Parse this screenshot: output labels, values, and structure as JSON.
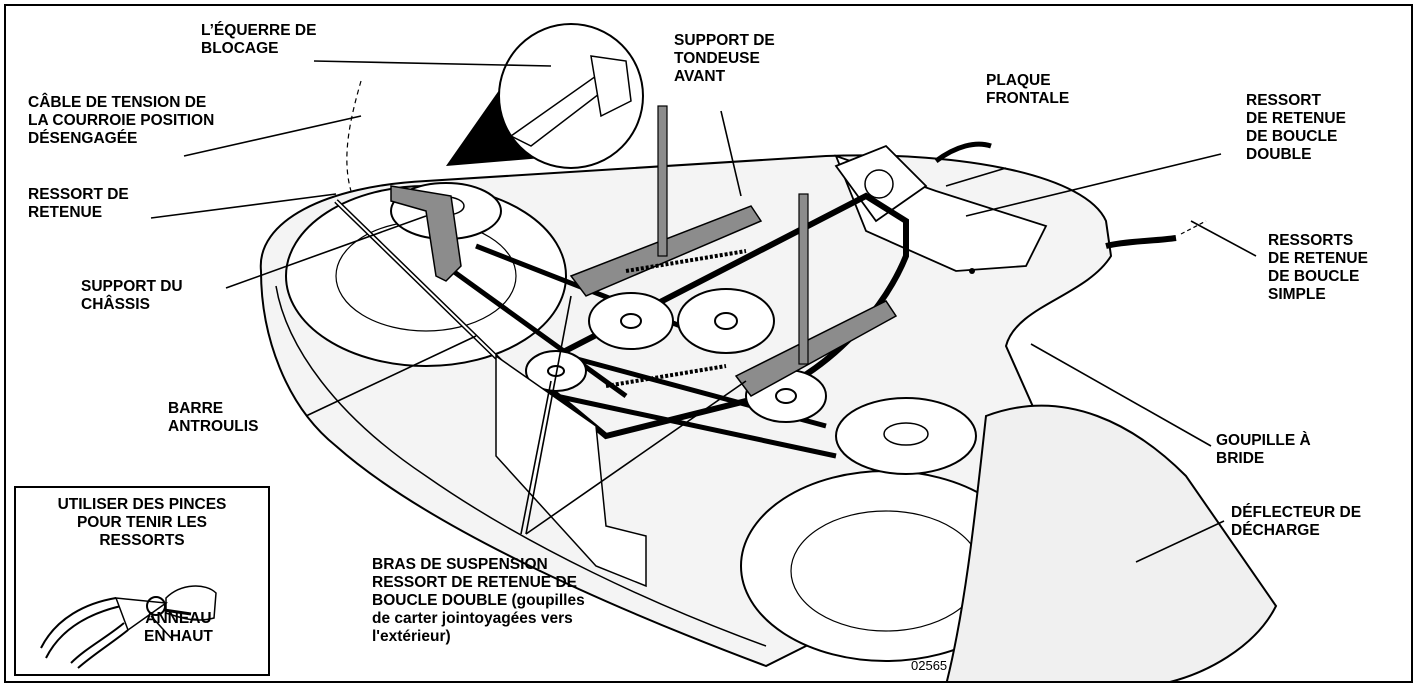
{
  "labels": {
    "equerre": [
      "L’ÉQUERRE DE",
      "BLOCAGE"
    ],
    "cable": [
      "CÂBLE DE TENSION DE",
      "LA COURROIE POSITION",
      "DÉSENGAGÉE"
    ],
    "ressort_retenue": [
      "RESSORT DE",
      "RETENUE"
    ],
    "support_chassis": [
      "SUPPORT DU",
      "CHÂSSIS"
    ],
    "barre": [
      "BARRE",
      "ANTROULIS"
    ],
    "support_tondeuse": [
      "SUPPORT DE",
      "TONDEUSE",
      "AVANT"
    ],
    "plaque": [
      "PLAQUE",
      "FRONTALE"
    ],
    "ressort_double": [
      "RESSORT",
      "DE RETENUE",
      "DE BOUCLE",
      "DOUBLE"
    ],
    "ressorts_simple": [
      "RESSORTS",
      "DE RETENUE",
      "DE BOUCLE",
      "SIMPLE"
    ],
    "goupille": [
      "GOUPILLE À",
      "BRIDE"
    ],
    "deflecteur": [
      "DÉFLECTEUR DE",
      "DÉCHARGE"
    ],
    "bras": [
      "BRAS DE SUSPENSION",
      "RESSORT DE RETENUE DE",
      "BOUCLE DOUBLE (goupilles",
      "de carter jointoyagées vers",
      "l'extérieur)"
    ]
  },
  "inset": {
    "title": [
      "UTILISER DES PINCES",
      "POUR TENIR LES",
      "RESSORTS"
    ],
    "anneau": [
      "ANNEAU",
      "EN HAUT"
    ]
  },
  "figure_code": "02565",
  "colors": {
    "line": "#000000",
    "part_gray": "#8c8c8c",
    "deck_fill": "#f4f4f4"
  }
}
